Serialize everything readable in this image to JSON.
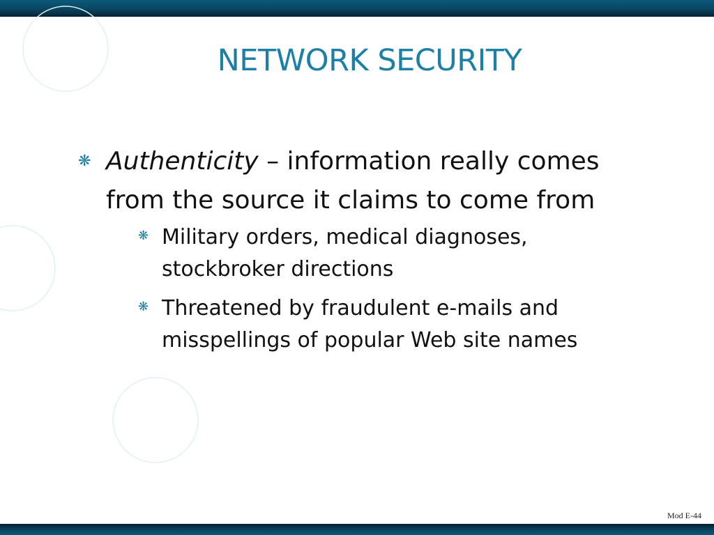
{
  "slide": {
    "title": "NETWORK SECURITY",
    "bullets": [
      {
        "term": "Authenticity",
        "text": " – information really comes from the source it claims to come from",
        "sub_bullets": [
          "Military orders, medical diagnoses, stockbroker directions",
          "Threatened by fraudulent e-mails and misspellings of popular Web site names"
        ]
      }
    ],
    "footer": "Mod E-44"
  },
  "theme": {
    "accent_color": "#1c7fa6",
    "bar_color": "#07334a",
    "bullet_icon": "asterisk-bullet-icon"
  }
}
